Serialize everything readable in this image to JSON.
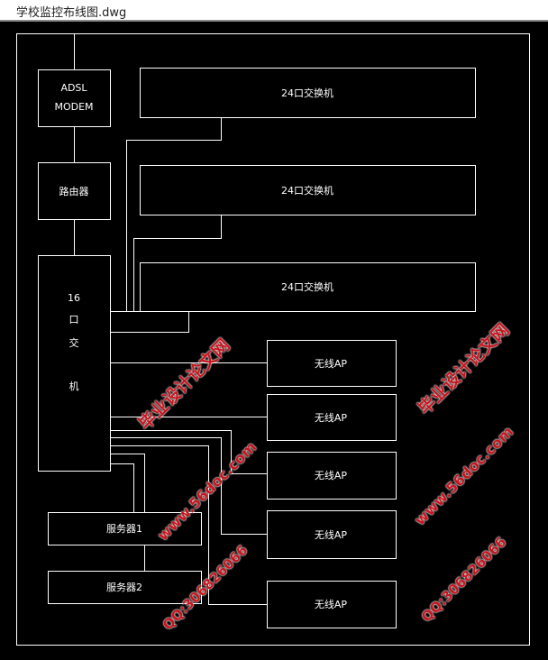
{
  "window": {
    "title": "学校监控布线图.dwg"
  },
  "diagram": {
    "modem": {
      "line1": "ADSL",
      "line2": "MODEM"
    },
    "router": "路由器",
    "switch16": [
      "16",
      "口",
      "交",
      "机"
    ],
    "switches24": [
      "24口交换机",
      "24口交换机",
      "24口交换机"
    ],
    "access_points": [
      "无线AP",
      "无线AP",
      "无线AP",
      "无线AP",
      "无线AP"
    ],
    "servers": [
      "服务器1",
      "服务器2"
    ]
  },
  "watermarks": {
    "site_name": "毕业设计论文网",
    "url": "www.56doc.com",
    "qq": "QQ:306826066"
  }
}
